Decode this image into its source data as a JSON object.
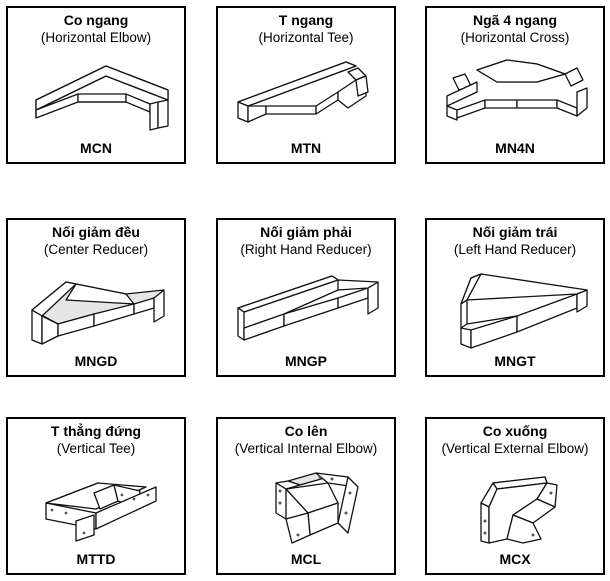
{
  "cards": [
    {
      "title": "Co ngang",
      "subtitle": "(Horizontal Elbow)",
      "code": "MCN",
      "icon": "horizontal-elbow-icon"
    },
    {
      "title": "T ngang",
      "subtitle": "(Horizontal Tee)",
      "code": "MTN",
      "icon": "horizontal-tee-icon"
    },
    {
      "title": "Ngã 4 ngang",
      "subtitle": "(Horizontal Cross)",
      "code": "MN4N",
      "icon": "horizontal-cross-icon"
    },
    {
      "title": "Nối giảm đều",
      "subtitle": "(Center Reducer)",
      "code": "MNGD",
      "icon": "center-reducer-icon"
    },
    {
      "title": "Nối giảm phải",
      "subtitle": "(Right Hand Reducer)",
      "code": "MNGP",
      "icon": "right-hand-reducer-icon"
    },
    {
      "title": "Nối giảm trái",
      "subtitle": "(Left Hand Reducer)",
      "code": "MNGT",
      "icon": "left-hand-reducer-icon"
    },
    {
      "title": "T thẳng đứng",
      "subtitle": "(Vertical Tee)",
      "code": "MTTD",
      "icon": "vertical-tee-icon"
    },
    {
      "title": "Co lên",
      "subtitle": "(Vertical Internal Elbow)",
      "code": "MCL",
      "icon": "vertical-internal-elbow-icon"
    },
    {
      "title": "Co xuống",
      "subtitle": "(Vertical External Elbow)",
      "code": "MCX",
      "icon": "vertical-external-elbow-icon"
    }
  ]
}
